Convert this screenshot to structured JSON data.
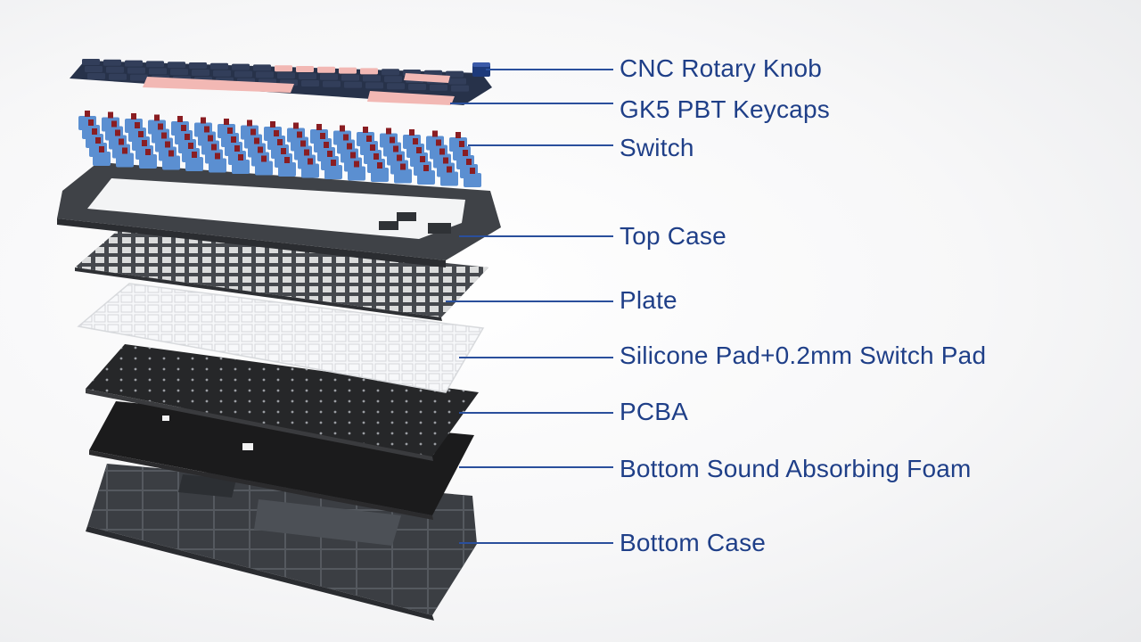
{
  "layers": [
    {
      "id": "knob",
      "label": "CNC Rotary Knob"
    },
    {
      "id": "keycaps",
      "label": "GK5 PBT Keycaps"
    },
    {
      "id": "switch",
      "label": "Switch"
    },
    {
      "id": "topcase",
      "label": "Top Case"
    },
    {
      "id": "plate",
      "label": "Plate"
    },
    {
      "id": "pad",
      "label": "Silicone Pad+0.2mm Switch Pad"
    },
    {
      "id": "pcba",
      "label": "PCBA"
    },
    {
      "id": "foam",
      "label": "Bottom Sound Absorbing Foam"
    },
    {
      "id": "bottomcase",
      "label": "Bottom Case"
    }
  ],
  "colors": {
    "leader_line": "#2a4f9c",
    "label_text": "#1f3f88",
    "keycap_navy": "#27324a",
    "keycap_pink": "#f2b8b4",
    "switch_blue": "#5b8fd1",
    "switch_stem": "#8a1d22",
    "case_dark": "#3a3d42"
  }
}
